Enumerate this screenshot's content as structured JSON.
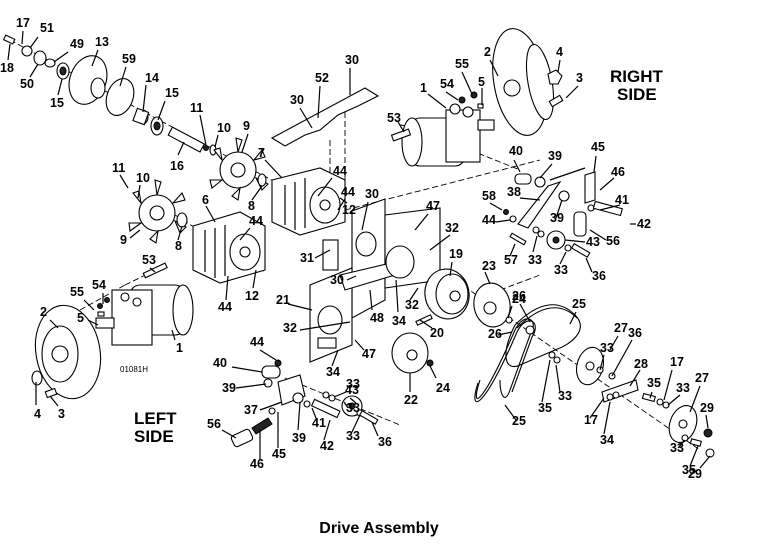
{
  "diagram": {
    "title": "Drive Assembly",
    "side_labels": {
      "right_line1": "RIGHT",
      "right_line2": "SIDE",
      "left_line1": "LEFT",
      "left_line2": "SIDE"
    },
    "reference_code": "01081H",
    "callouts": [
      {
        "id": "c18a",
        "label": "18"
      },
      {
        "id": "c17a",
        "label": "17"
      },
      {
        "id": "c51",
        "label": "51"
      },
      {
        "id": "c50",
        "label": "50"
      },
      {
        "id": "c49",
        "label": "49"
      },
      {
        "id": "c15a",
        "label": "15"
      },
      {
        "id": "c13",
        "label": "13"
      },
      {
        "id": "c59",
        "label": "59"
      },
      {
        "id": "c14",
        "label": "14"
      },
      {
        "id": "c15b",
        "label": "15"
      },
      {
        "id": "c16",
        "label": "16"
      },
      {
        "id": "c11a",
        "label": "11"
      },
      {
        "id": "c10a",
        "label": "10"
      },
      {
        "id": "c9a",
        "label": "9"
      },
      {
        "id": "c8a",
        "label": "8"
      },
      {
        "id": "c7",
        "label": "7"
      },
      {
        "id": "c44a",
        "label": "44"
      },
      {
        "id": "c12a",
        "label": "12"
      },
      {
        "id": "c52",
        "label": "52"
      },
      {
        "id": "c30a",
        "label": "30"
      },
      {
        "id": "c30b",
        "label": "30"
      },
      {
        "id": "c11b",
        "label": "11"
      },
      {
        "id": "c10b",
        "label": "10"
      },
      {
        "id": "c9b",
        "label": "9"
      },
      {
        "id": "c8b",
        "label": "8"
      },
      {
        "id": "c6",
        "label": "6"
      },
      {
        "id": "c44b",
        "label": "44"
      },
      {
        "id": "c44c",
        "label": "44"
      },
      {
        "id": "c12b",
        "label": "12"
      },
      {
        "id": "c53a",
        "label": "53"
      },
      {
        "id": "c54a",
        "label": "54"
      },
      {
        "id": "c55a",
        "label": "55"
      },
      {
        "id": "c5a",
        "label": "5"
      },
      {
        "id": "c2a",
        "label": "2"
      },
      {
        "id": "c1a",
        "label": "1"
      },
      {
        "id": "c4a",
        "label": "4"
      },
      {
        "id": "c3a",
        "label": "3"
      },
      {
        "id": "c1b",
        "label": "1"
      },
      {
        "id": "c54b",
        "label": "54"
      },
      {
        "id": "c55b",
        "label": "55"
      },
      {
        "id": "c5b",
        "label": "5"
      },
      {
        "id": "c2b",
        "label": "2"
      },
      {
        "id": "c4b",
        "label": "4"
      },
      {
        "id": "c3b",
        "label": "3"
      },
      {
        "id": "c53b",
        "label": "53"
      },
      {
        "id": "c44d",
        "label": "44"
      },
      {
        "id": "c30c",
        "label": "30"
      },
      {
        "id": "c47a",
        "label": "47"
      },
      {
        "id": "c32a",
        "label": "32"
      },
      {
        "id": "c31",
        "label": "31"
      },
      {
        "id": "c30d",
        "label": "30"
      },
      {
        "id": "c21",
        "label": "21"
      },
      {
        "id": "c32b",
        "label": "32"
      },
      {
        "id": "c48",
        "label": "48"
      },
      {
        "id": "c34a",
        "label": "34"
      },
      {
        "id": "c32c",
        "label": "32"
      },
      {
        "id": "c20",
        "label": "20"
      },
      {
        "id": "c19",
        "label": "19"
      },
      {
        "id": "c23",
        "label": "23"
      },
      {
        "id": "c24a",
        "label": "24"
      },
      {
        "id": "c47b",
        "label": "47"
      },
      {
        "id": "c34b",
        "label": "34"
      },
      {
        "id": "c22",
        "label": "22"
      },
      {
        "id": "c24b",
        "label": "24"
      },
      {
        "id": "c40a",
        "label": "40"
      },
      {
        "id": "c39a",
        "label": "39"
      },
      {
        "id": "c45a",
        "label": "45"
      },
      {
        "id": "c46a",
        "label": "46"
      },
      {
        "id": "c38",
        "label": "38"
      },
      {
        "id": "c58",
        "label": "58"
      },
      {
        "id": "c44e",
        "label": "44"
      },
      {
        "id": "c39b",
        "label": "39"
      },
      {
        "id": "c41a",
        "label": "41"
      },
      {
        "id": "c42a",
        "label": "42"
      },
      {
        "id": "c56a",
        "label": "56"
      },
      {
        "id": "c43a",
        "label": "43"
      },
      {
        "id": "c57",
        "label": "57"
      },
      {
        "id": "c33a",
        "label": "33"
      },
      {
        "id": "c33b",
        "label": "33"
      },
      {
        "id": "c36a",
        "label": "36"
      },
      {
        "id": "c26a",
        "label": "26"
      },
      {
        "id": "c25a",
        "label": "25"
      },
      {
        "id": "c26b",
        "label": "26"
      },
      {
        "id": "c25b",
        "label": "25"
      },
      {
        "id": "c35a",
        "label": "35"
      },
      {
        "id": "c33c",
        "label": "33"
      },
      {
        "id": "c27a",
        "label": "27"
      },
      {
        "id": "c33d",
        "label": "33"
      },
      {
        "id": "c36b",
        "label": "36"
      },
      {
        "id": "c28",
        "label": "28"
      },
      {
        "id": "c17b",
        "label": "17"
      },
      {
        "id": "c34c",
        "label": "34"
      },
      {
        "id": "c35b",
        "label": "35"
      },
      {
        "id": "c17c",
        "label": "17"
      },
      {
        "id": "c33e",
        "label": "33"
      },
      {
        "id": "c27b",
        "label": "27"
      },
      {
        "id": "c29a",
        "label": "29"
      },
      {
        "id": "c33f",
        "label": "33"
      },
      {
        "id": "c35c",
        "label": "35"
      },
      {
        "id": "c29b",
        "label": "29"
      },
      {
        "id": "c44f",
        "label": "44"
      },
      {
        "id": "c40b",
        "label": "40"
      },
      {
        "id": "c39c",
        "label": "39"
      },
      {
        "id": "c37",
        "label": "37"
      },
      {
        "id": "c56b",
        "label": "56"
      },
      {
        "id": "c46b",
        "label": "46"
      },
      {
        "id": "c45b",
        "label": "45"
      },
      {
        "id": "c39d",
        "label": "39"
      },
      {
        "id": "c41b",
        "label": "41"
      },
      {
        "id": "c42b",
        "label": "42"
      },
      {
        "id": "c33g",
        "label": "33"
      },
      {
        "id": "c33h",
        "label": "33"
      },
      {
        "id": "c43b",
        "label": "43"
      },
      {
        "id": "c33i",
        "label": "33"
      },
      {
        "id": "c36c",
        "label": "36"
      }
    ]
  }
}
